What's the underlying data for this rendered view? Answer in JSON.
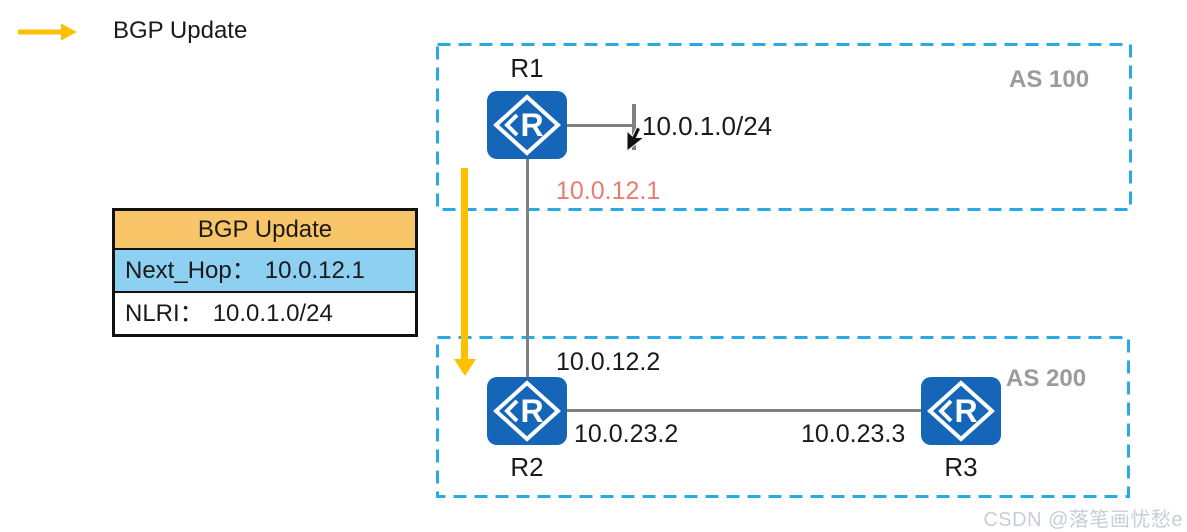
{
  "colors": {
    "arrow_yellow": "#FFC000",
    "as_border_blue": "#29ABE2",
    "router_blue": "#1565B8",
    "link_gray": "#808080",
    "as_label_gray": "#9B9B9B",
    "highlight_ip_red": "#E97B70",
    "table_header_orange": "#F8C569",
    "table_row_blue": "#8DD0F1"
  },
  "legend": {
    "label": "BGP Update"
  },
  "diagram": {
    "as100": {
      "label": "AS 100",
      "router": {
        "name": "R1",
        "icon_letter": "R"
      },
      "stub_network": "10.0.1.0/24",
      "interface_ip": "10.0.12.1"
    },
    "as200": {
      "label": "AS 200",
      "router_r2": {
        "name": "R2",
        "icon_letter": "R"
      },
      "router_r3": {
        "name": "R3",
        "icon_letter": "R"
      },
      "r2_uplink_ip": "10.0.12.2",
      "r2_link_ip": "10.0.23.2",
      "r3_link_ip": "10.0.23.3"
    }
  },
  "bgp_update_table": {
    "title": "BGP Update",
    "rows": [
      {
        "label": "Next_Hop：",
        "value": "10.0.12.1"
      },
      {
        "label": "NLRI：",
        "value": "10.0.1.0/24"
      }
    ]
  },
  "watermark": "CSDN @落笔画忧愁e"
}
